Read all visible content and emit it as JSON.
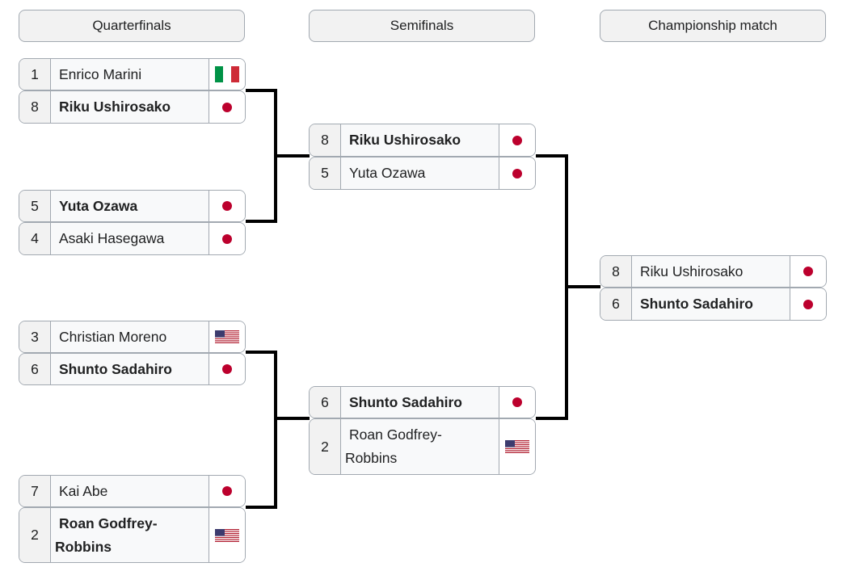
{
  "rounds": [
    {
      "title": "Quarterfinals"
    },
    {
      "title": "Semifinals"
    },
    {
      "title": "Championship match"
    }
  ],
  "quarterfinals": [
    {
      "top": {
        "seed": "1",
        "name": "Enrico Marini",
        "flag": "italy-flag"
      },
      "bottom": {
        "seed": "8",
        "name": "Riku Ushirosako",
        "flag": "japan-flag"
      },
      "winner": "bottom"
    },
    {
      "top": {
        "seed": "5",
        "name": "Yuta Ozawa",
        "flag": "japan-flag"
      },
      "bottom": {
        "seed": "4",
        "name": "Asaki Hasegawa",
        "flag": "japan-flag"
      },
      "winner": "top"
    },
    {
      "top": {
        "seed": "3",
        "name": "Christian Moreno",
        "flag": "usa-flag"
      },
      "bottom": {
        "seed": "6",
        "name": "Shunto Sadahiro",
        "flag": "japan-flag"
      },
      "winner": "bottom"
    },
    {
      "top": {
        "seed": "7",
        "name": "Kai Abe",
        "flag": "japan-flag"
      },
      "bottom": {
        "seed": "2",
        "name": "Roan Godfrey-Robbins",
        "flag": "usa-flag"
      },
      "winner": "bottom"
    }
  ],
  "semifinals": [
    {
      "top": {
        "seed": "8",
        "name": "Riku Ushirosako",
        "flag": "japan-flag"
      },
      "bottom": {
        "seed": "5",
        "name": "Yuta Ozawa",
        "flag": "japan-flag"
      },
      "winner": "top"
    },
    {
      "top": {
        "seed": "6",
        "name": "Shunto Sadahiro",
        "flag": "japan-flag"
      },
      "bottom": {
        "seed": "2",
        "name": "Roan Godfrey-Robbins",
        "flag": "usa-flag"
      },
      "winner": "top"
    }
  ],
  "final": {
    "top": {
      "seed": "8",
      "name": "Riku Ushirosako",
      "flag": "japan-flag"
    },
    "bottom": {
      "seed": "6",
      "name": "Shunto Sadahiro",
      "flag": "japan-flag"
    },
    "winner": "bottom"
  }
}
